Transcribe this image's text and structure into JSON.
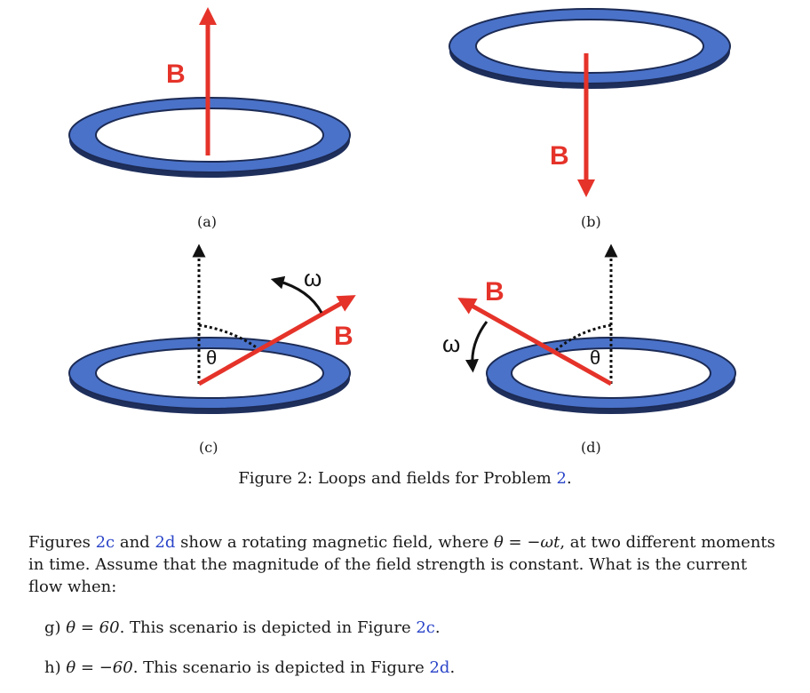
{
  "panels": {
    "a": {
      "caption": "(a)",
      "field_label": "B"
    },
    "b": {
      "caption": "(b)",
      "field_label": "B"
    },
    "c": {
      "caption": "(c)",
      "field_label": "B",
      "angle_label": "θ",
      "omega_label": "ω"
    },
    "d": {
      "caption": "(d)",
      "field_label": "B",
      "angle_label": "θ",
      "omega_label": "ω"
    }
  },
  "figure_caption": {
    "prefix": "Figure 2: Loops and fields for Problem ",
    "ref": "2",
    "suffix": "."
  },
  "paragraph": {
    "t1": "Figures ",
    "ref1": "2c",
    "t2": " and ",
    "ref2": "2d",
    "t3": " show a rotating magnetic field, where ",
    "formula": "θ = −ωt",
    "t4": ", at two different moments in time. Assume that the magnitude of the field strength is constant. What is the current flow when:"
  },
  "items": [
    {
      "label": "g)",
      "formula": "θ = 60",
      "text": ". This scenario is depicted in Figure ",
      "ref": "2c",
      "end": "."
    },
    {
      "label": "h)",
      "formula": "θ = −60",
      "text": ". This scenario is depicted in Figure ",
      "ref": "2d",
      "end": "."
    }
  ],
  "colors": {
    "ring": "#4a72c9",
    "ring_dark": "#2c4a93",
    "field": "#e5332a",
    "link": "#2a44c8"
  }
}
